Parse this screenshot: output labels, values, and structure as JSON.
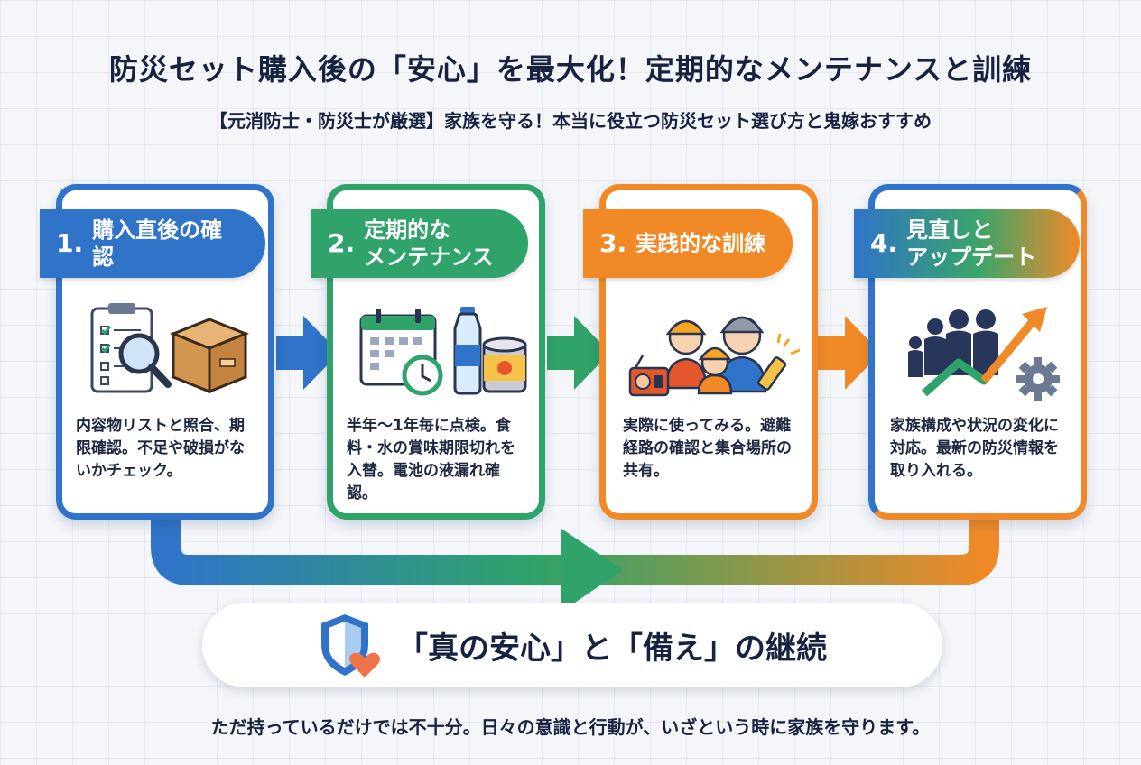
{
  "title": "防災セット購入後の「安心」を最大化！定期的なメンテナンスと訓練",
  "subtitle": "【元消防士・防災士が厳選】家族を守る！本当に役立つ防災セット選び方と鬼嫁おすすめ",
  "steps": [
    {
      "number": "1.",
      "title_lines": [
        "購入直後の確認"
      ],
      "description": "内容物リストと照合、期限確認。不足や破損がないかチェック。",
      "icons": [
        "checklist-icon",
        "magnifier-icon",
        "box-icon"
      ],
      "color": "#2f74c9"
    },
    {
      "number": "2.",
      "title_lines": [
        "定期的な",
        "メンテナンス"
      ],
      "description": "半年〜1年毎に点検。食料・水の賞味期限切れを入替。電池の液漏れ確認。",
      "icons": [
        "calendar-icon",
        "water-bottle-icon",
        "canned-food-icon"
      ],
      "color": "#2fa36a"
    },
    {
      "number": "3.",
      "title_lines": [
        "実践的な訓練"
      ],
      "description": "実際に使ってみる。避難経路の確認と集合場所の共有。",
      "icons": [
        "family-helmet-icon",
        "radio-icon",
        "flashlight-icon"
      ],
      "color": "#f18a26"
    },
    {
      "number": "4.",
      "title_lines": [
        "見直しと",
        "アップデート"
      ],
      "description": "家族構成や状況の変化に対応。最新の防災情報を取り入れる。",
      "icons": [
        "family-icon",
        "growth-arrow-icon",
        "gear-icon"
      ],
      "color": "#f0892a"
    }
  ],
  "banner": {
    "text": "「真の安心」と「備え」の継続",
    "icon": "shield-heart-icon"
  },
  "footer": "ただ持っているだけでは不十分。日々の意識と行動が、いざという時に家族を守ります。",
  "colors": {
    "blue": "#2f74c9",
    "green": "#2fa36a",
    "orange": "#f18a26",
    "navy": "#16223f"
  }
}
